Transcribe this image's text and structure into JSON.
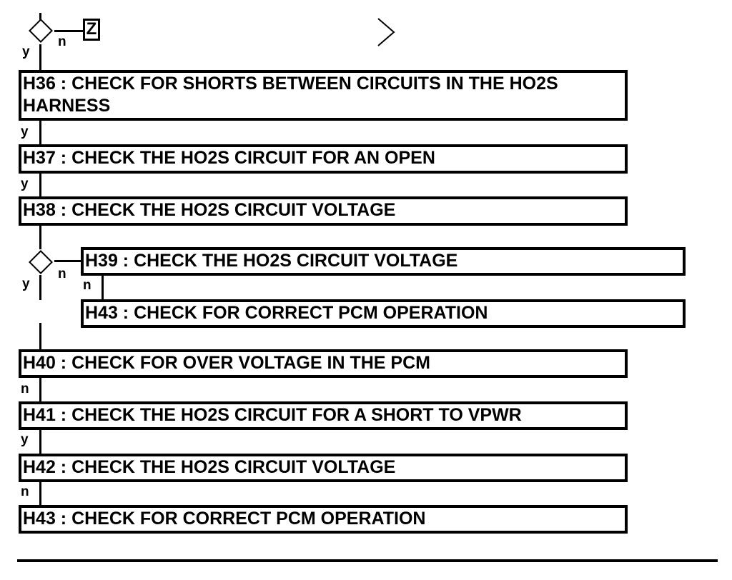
{
  "top": {
    "decision_yes": "y",
    "decision_no": "n",
    "off_page_connector": "Z"
  },
  "steps": [
    {
      "text": "H36 : CHECK FOR SHORTS BETWEEN CIRCUITS IN THE HO2S HARNESS",
      "label_below": "y"
    },
    {
      "text": "H37 : CHECK THE HO2S CIRCUIT FOR AN OPEN",
      "label_below": "y"
    },
    {
      "text": "H38 : CHECK THE HO2S CIRCUIT VOLTAGE"
    }
  ],
  "decision2": {
    "yes": "y",
    "no": "n"
  },
  "branch": [
    {
      "text": "H39 : CHECK THE HO2S CIRCUIT VOLTAGE",
      "label_below": "n"
    },
    {
      "text": "H43 : CHECK FOR CORRECT PCM OPERATION"
    }
  ],
  "steps2": [
    {
      "text": "H40 : CHECK FOR OVER VOLTAGE IN THE PCM",
      "label_below": "n"
    },
    {
      "text": "H41 : CHECK THE HO2S CIRCUIT FOR A SHORT TO VPWR",
      "label_below": "y"
    },
    {
      "text": "H42 : CHECK THE HO2S CIRCUIT VOLTAGE",
      "label_below": "n"
    },
    {
      "text": "H43 : CHECK FOR CORRECT PCM OPERATION"
    }
  ]
}
